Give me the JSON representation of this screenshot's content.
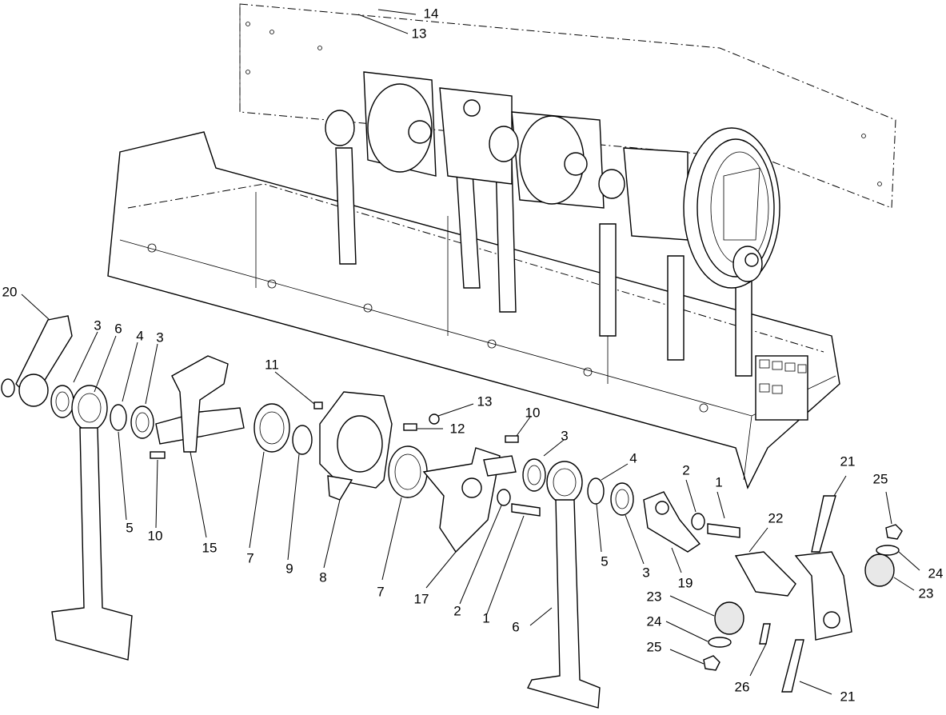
{
  "callouts": {
    "c1": "14",
    "c2": "13",
    "c3": "20",
    "c4": "3",
    "c5": "6",
    "c6": "4",
    "c7": "3",
    "c8": "11",
    "c9": "13",
    "c10": "12",
    "c11": "10",
    "c12": "3",
    "c13": "4",
    "c14": "2",
    "c15": "1",
    "c16": "21",
    "c17": "25",
    "c18": "22",
    "c19": "5",
    "c20": "10",
    "c21": "15",
    "c22": "7",
    "c23": "9",
    "c24": "8",
    "c25": "7",
    "c26": "17",
    "c27": "2",
    "c28": "1",
    "c29": "5",
    "c30": "3",
    "c31": "19",
    "c32": "24",
    "c33": "23",
    "c34": "23",
    "c35": "24",
    "c36": "25",
    "c37": "26",
    "c38": "21",
    "c39": "6"
  }
}
